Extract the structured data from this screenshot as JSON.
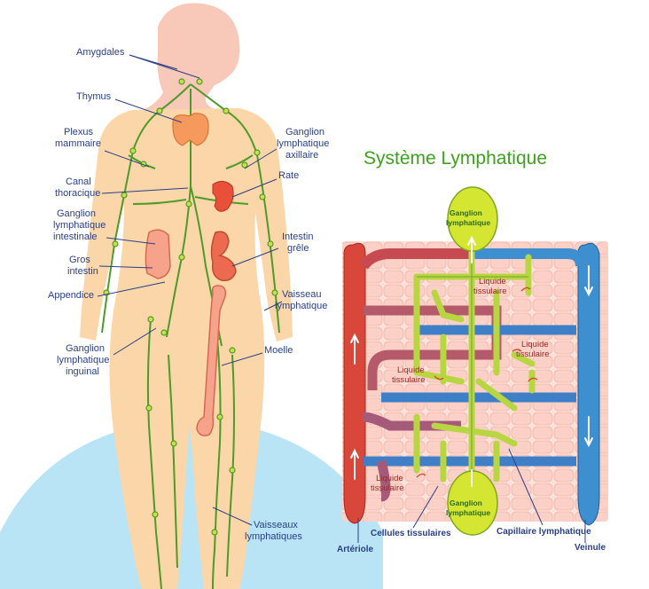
{
  "title": "Système Lymphatique",
  "body_labels": {
    "amygdales": "Amygdales",
    "thymus": "Thymus",
    "plexus": [
      "Plexus",
      "mammaire"
    ],
    "canal": [
      "Canal",
      "thoracique"
    ],
    "ganglion_intestinale": [
      "Ganglion",
      "lymphatique",
      "intestinale"
    ],
    "gros_intestin": [
      "Gros",
      "intestin"
    ],
    "appendice": "Appendice",
    "ganglion_inguinal": [
      "Ganglion",
      "lymphatique",
      "inguinal"
    ],
    "ganglion_axillaire": [
      "Ganglion",
      "lymphatique",
      "axillaire"
    ],
    "rate": "Rate",
    "intestin_grele": [
      "Intestin",
      "grêle"
    ],
    "vaisseau": [
      "Vaisseau",
      "lymphatique"
    ],
    "moelle": "Moelle",
    "vaisseaux": [
      "Vaisseaux",
      "lymphatiques"
    ]
  },
  "diagram_labels": {
    "ganglion_top": [
      "Ganglion",
      "lymphatique"
    ],
    "ganglion_bottom": [
      "Ganglion",
      "lymphatique"
    ],
    "liquide_1": [
      "Liquide",
      "tissulaire"
    ],
    "liquide_2": [
      "Liquide",
      "tissulaire"
    ],
    "liquide_3": [
      "Liquide",
      "tissulaire"
    ],
    "liquide_4": [
      "Liquide",
      "tissulaire"
    ],
    "cellules": "Cellules tissulaires",
    "capillaire": "Capillaire lymphatique",
    "arteriole": "Artériole",
    "veinule": "Veinule"
  },
  "colors": {
    "skin": "#fbd6a8",
    "head": "#f8c8b8",
    "lymph": "#4e9a2a",
    "node": "#c6e04a",
    "artery": "#d9473a",
    "vein": "#3e8fd0",
    "label": "#2a3f86"
  }
}
